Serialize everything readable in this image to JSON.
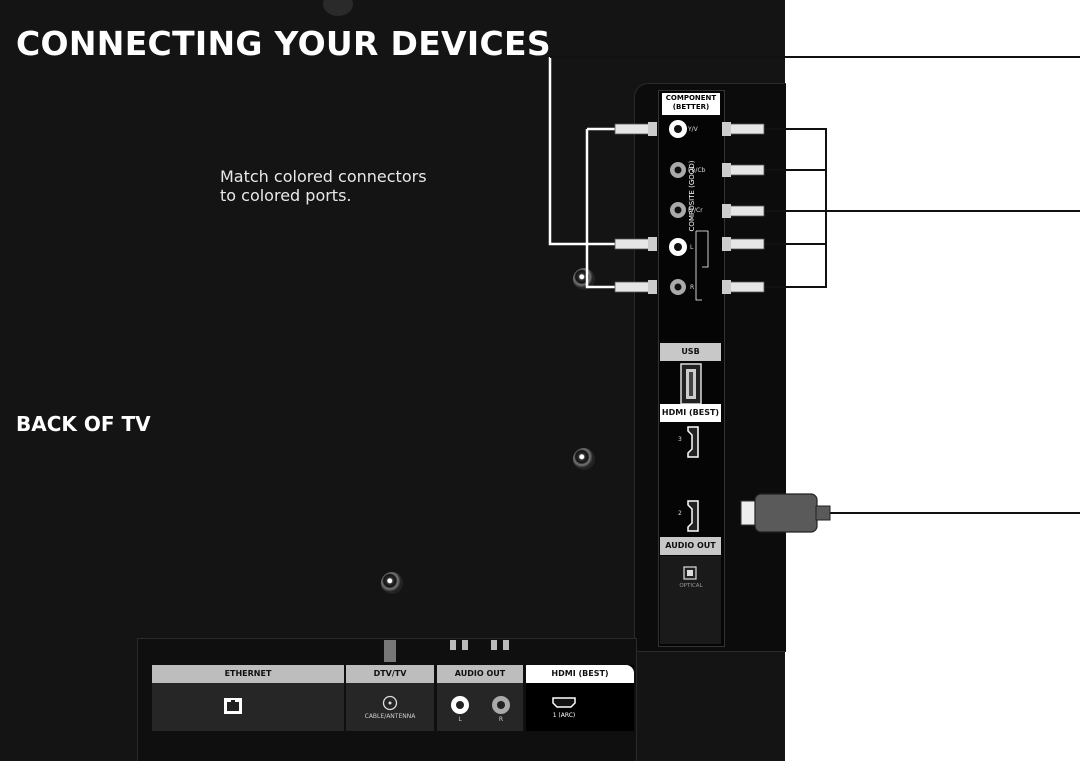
{
  "title": "CONNECTING YOUR DEVICES",
  "instruction": {
    "line1": "Match colored connectors",
    "line2": "to colored ports."
  },
  "back_label": "BACK OF TV",
  "side_panel": {
    "component_line1": "COMPONENT",
    "component_line2": "(BETTER)",
    "composite_label": "COMPOSITE (GOOD)",
    "port_labels": [
      "Y/V",
      "Pb/Cb",
      "Pr/Cr",
      "L",
      "R"
    ],
    "usb_label": "USB",
    "hdmi_label": "HDMI (BEST)",
    "hdmi_port_3": "3",
    "hdmi_port_2": "2",
    "audio_out_label": "AUDIO OUT",
    "optical_label": "OPTICAL"
  },
  "bottom_panel": {
    "ethernet_label": "ETHERNET",
    "dtv_label": "DTV/TV",
    "cable_antenna_label": "CABLE/ANTENNA",
    "audio_out_label": "AUDIO OUT",
    "audio_l": "L",
    "audio_r": "R",
    "hdmi_label": "HDMI (BEST)",
    "hdmi_port_label": "1 (ARC)"
  },
  "colors": {
    "tv_body": "#141414",
    "background": "#ffffff",
    "cable": "#111111",
    "label_gray": "#c8c8c8"
  },
  "icons": [
    "rca-jack-icon",
    "rca-plug-icon",
    "usb-port-icon",
    "hdmi-port-icon",
    "hdmi-plug-icon",
    "optical-port-icon",
    "ethernet-port-icon",
    "coax-port-icon",
    "screw-icon"
  ]
}
